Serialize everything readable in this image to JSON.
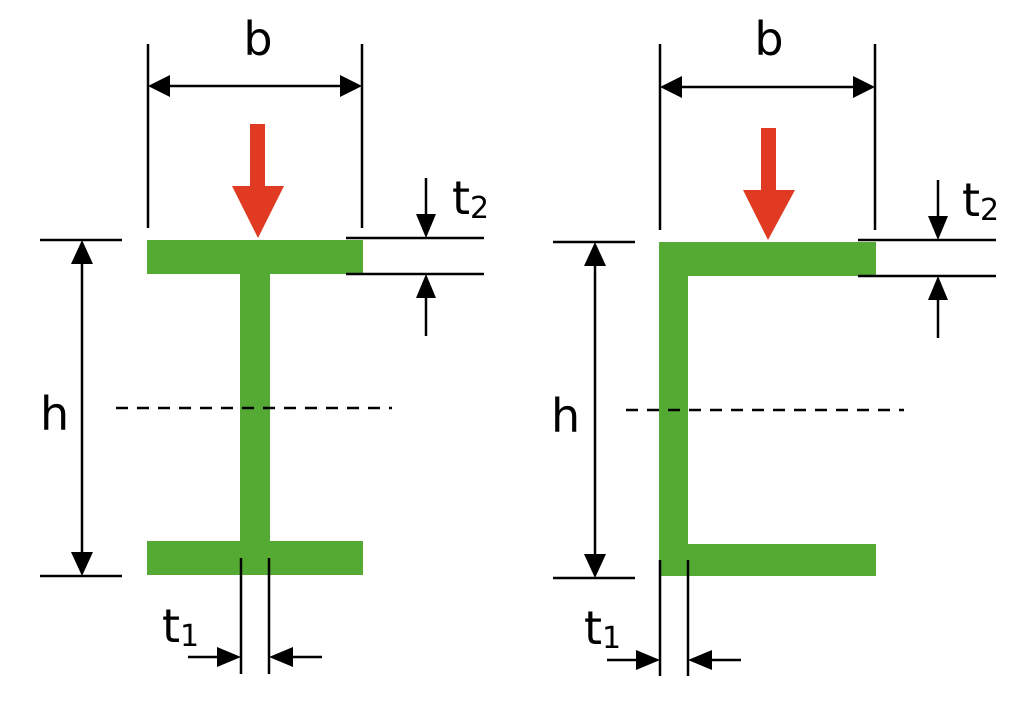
{
  "colors": {
    "section_fill": "#55aa33",
    "load_arrow": "#e03a22",
    "lines": "#000000"
  },
  "left_section": {
    "label_b": "b",
    "label_h": "h",
    "label_t1": "t",
    "label_t1_sub": "1",
    "label_t2": "t",
    "label_t2_sub": "2"
  },
  "right_section": {
    "label_b": "b",
    "label_h": "h",
    "label_t1": "t",
    "label_t1_sub": "1",
    "label_t2": "t",
    "label_t2_sub": "2"
  }
}
